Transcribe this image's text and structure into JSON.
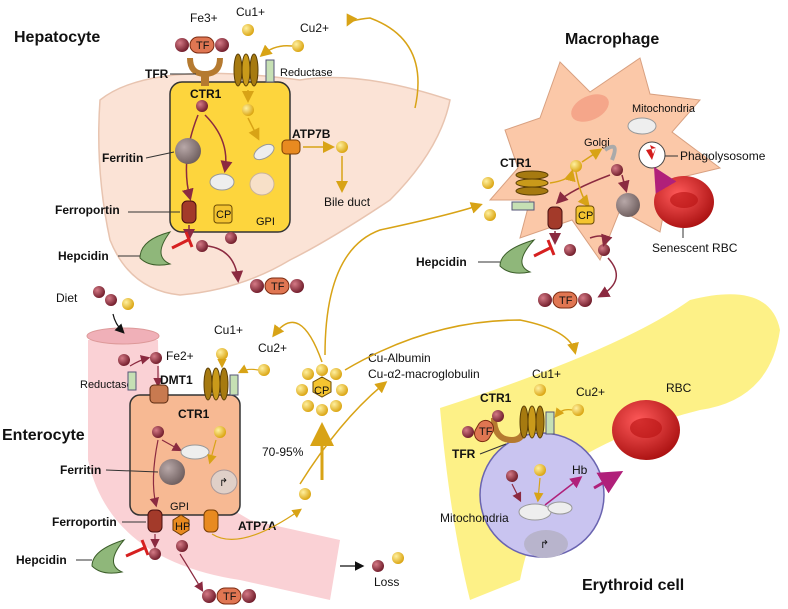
{
  "labels": {
    "hepatocyte": "Hepatocyte",
    "macrophage": "Macrophage",
    "enterocyte": "Enterocyte",
    "erythroid_cell": "Erythroid cell",
    "fe3": "Fe3+",
    "cu1": "Cu1+",
    "cu2": "Cu2+",
    "fe2": "Fe2+",
    "tfr": "TFR",
    "ctr1": "CTR1",
    "reductase": "Reductase",
    "atp7b": "ATP7B",
    "atp7a": "ATP7A",
    "ferritin": "Ferritin",
    "ferroportin": "Ferroportin",
    "hepcidin": "Hepcidin",
    "cp": "CP",
    "gpi": "GPI",
    "hp": "HP",
    "tf": "TF",
    "bile_duct": "Bile duct",
    "golgi": "Golgi",
    "mitochondria": "Mitochondria",
    "phagolysosome": "Phagolysosome",
    "senescent_rbc": "Senescent RBC",
    "diet": "Diet",
    "dmt1": "DMT1",
    "loss": "Loss",
    "pct": "70-95%",
    "cu_albumin": "Cu-Albumin",
    "cu_macroglobulin": "Cu-α2-macroglobulin",
    "rbc": "RBC",
    "hb": "Hb",
    "ion3": "3+",
    "ion2": "2+",
    "ion1": "1+"
  },
  "colors": {
    "liver": "#fbe3d6",
    "cell_yellow": "#fdd53d",
    "macrophage": "#fbc8a8",
    "gut": "#f9c9ce",
    "enterocyte": "#f7b993",
    "erythroid": "#c9c4f0",
    "erythroid_zone": "#fdf07a",
    "iron_ion": "#8b2232",
    "copper_ion": "#e8b411",
    "copper_arrow": "#d8a316",
    "iron_arrow": "#8b2a40",
    "tf": "#e07652",
    "rbc": "#d41c1c",
    "hepcidin": "#8fb77a",
    "block": "#d62020"
  }
}
